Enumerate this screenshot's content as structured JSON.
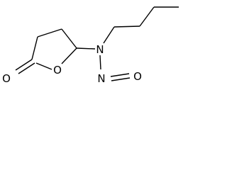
{
  "molecule": {
    "atoms": {
      "carbonyl_oxygen": "O",
      "ring_oxygen": "O",
      "amine_nitrogen": "N",
      "nitroso_oxygen": "O"
    }
  }
}
